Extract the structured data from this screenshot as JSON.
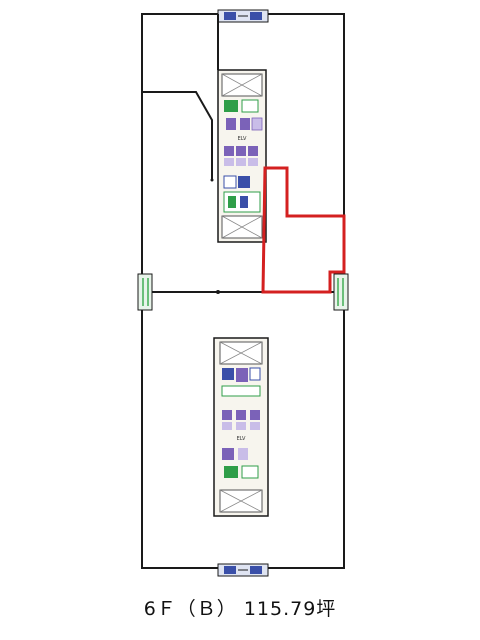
{
  "floor_plan": {
    "caption": "6Ｆ（Ｂ） 115.79坪",
    "core_labels": {
      "upper": "ELV",
      "lower": "ELV"
    },
    "colors": {
      "wall": "#1a1a1a",
      "highlight": "#d42020",
      "core_fill": "#f7f5ee",
      "elevator": "#7b62b8",
      "toilet_green": "#2f9e48",
      "stair_blue": "#3a4fa8",
      "window_green": "#6bbf7a"
    }
  }
}
